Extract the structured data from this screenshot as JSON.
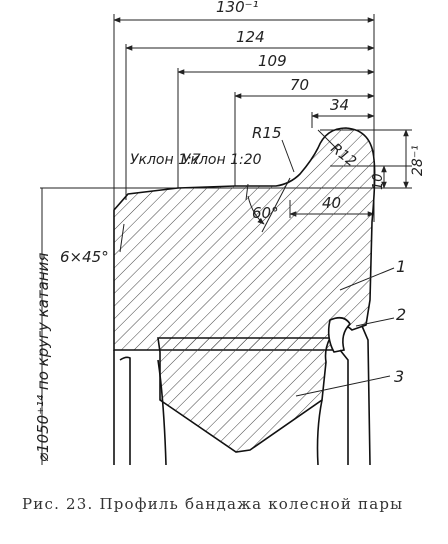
{
  "figure": {
    "dimensions": [
      "130⁻¹",
      "124",
      "109",
      "70",
      "34",
      "40",
      "10",
      "28⁻¹"
    ],
    "radius_labels": [
      "R15",
      "R12"
    ],
    "angle_label": "60°",
    "chamfer_label": "6×45°",
    "slope_labels": [
      "Уклон 1:7",
      "Уклон 1:20"
    ],
    "rolling_circle_label": "⌀1050⁺¹⁴ по кругу катания",
    "part_numbers": [
      "1",
      "2",
      "3"
    ]
  },
  "caption": "Рис. 23. Профиль бандажа колесной пары"
}
